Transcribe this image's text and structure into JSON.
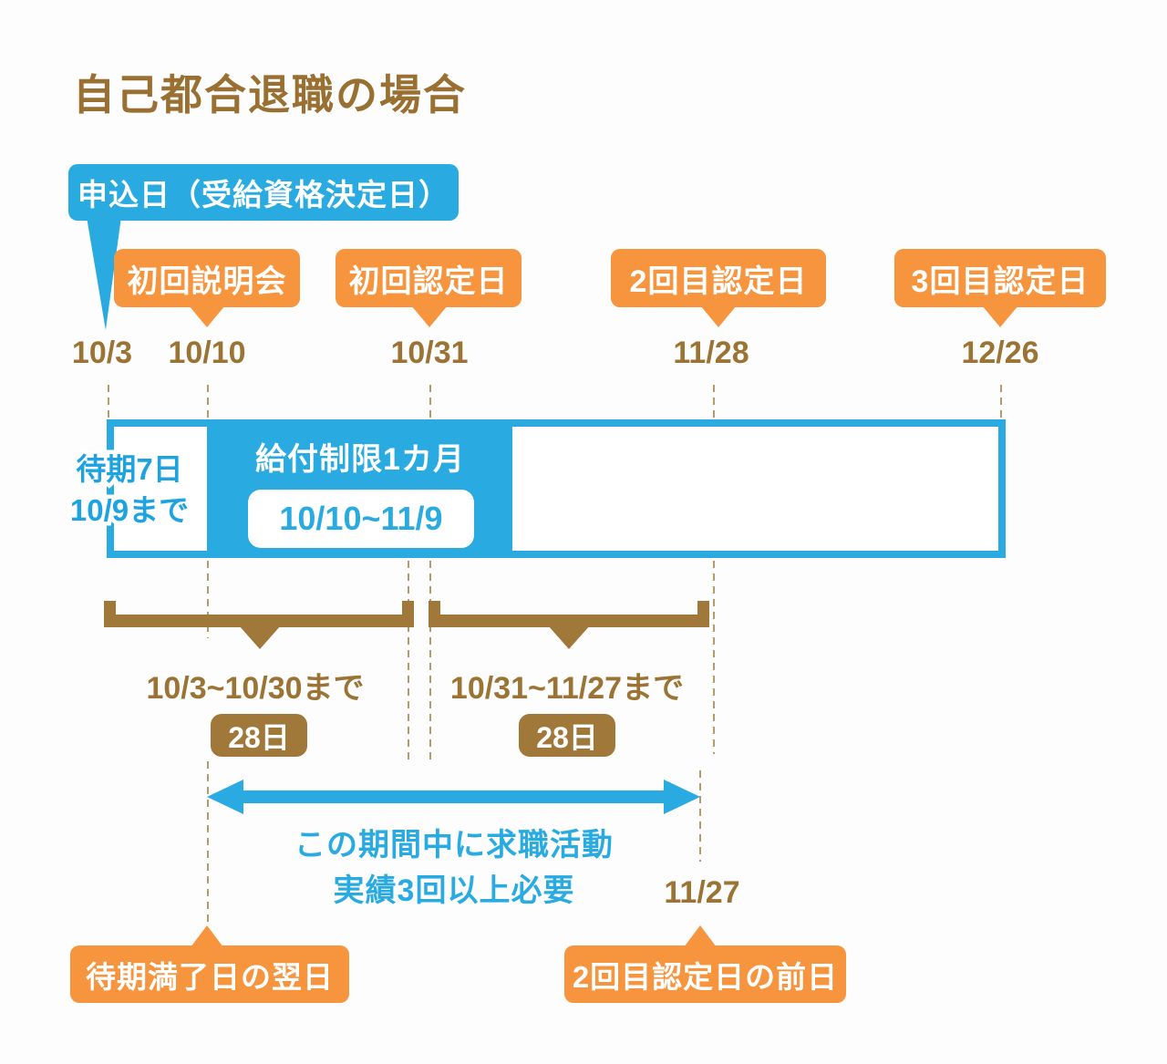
{
  "page": {
    "title": "自己都合退職の場合"
  },
  "colors": {
    "blue": "#29ABE2",
    "orange": "#F7943E",
    "brown": "#A0783A",
    "brown_text": "#9B7435",
    "dashed_tan": "#B69A67"
  },
  "application_callout": {
    "label": "申込日（受給資格決定日）",
    "date": "10/3"
  },
  "event_callouts": [
    {
      "label": "初回説明会",
      "date": "10/10"
    },
    {
      "label": "初回認定日",
      "date": "10/31"
    },
    {
      "label": "2回目認定日",
      "date": "11/28"
    },
    {
      "label": "3回目認定日",
      "date": "12/26"
    }
  ],
  "axis_dates": [
    "10/3",
    "10/10",
    "10/31",
    "11/28",
    "12/26"
  ],
  "timeline_bar": {
    "waiting_line1": "待期7日",
    "waiting_line2": "10/9まで",
    "restriction_title": "給付制限1カ月",
    "restriction_range": "10/10~11/9"
  },
  "periods": [
    {
      "range": "10/3~10/30まで",
      "days": "28日"
    },
    {
      "range": "10/31~11/27まで",
      "days": "28日"
    }
  ],
  "activity_note": {
    "line1": "この期間中に求職活動",
    "line2": "実績3回以上必要"
  },
  "extra_date": "11/27",
  "bottom_callouts": [
    {
      "label": "待期満了日の翌日"
    },
    {
      "label": "2回目認定日の前日"
    }
  ]
}
